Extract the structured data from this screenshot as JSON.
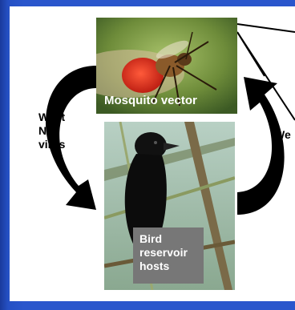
{
  "diagram": {
    "mosquito_caption": "Mosquito vector",
    "bird_caption": "Bird\nreservoir\nhosts",
    "left_label": "West\nNile\nvirus",
    "right_label_partial": "We"
  },
  "colors": {
    "background": "#2a56cc",
    "arrow": "#000000",
    "caption_box": "#777777"
  }
}
